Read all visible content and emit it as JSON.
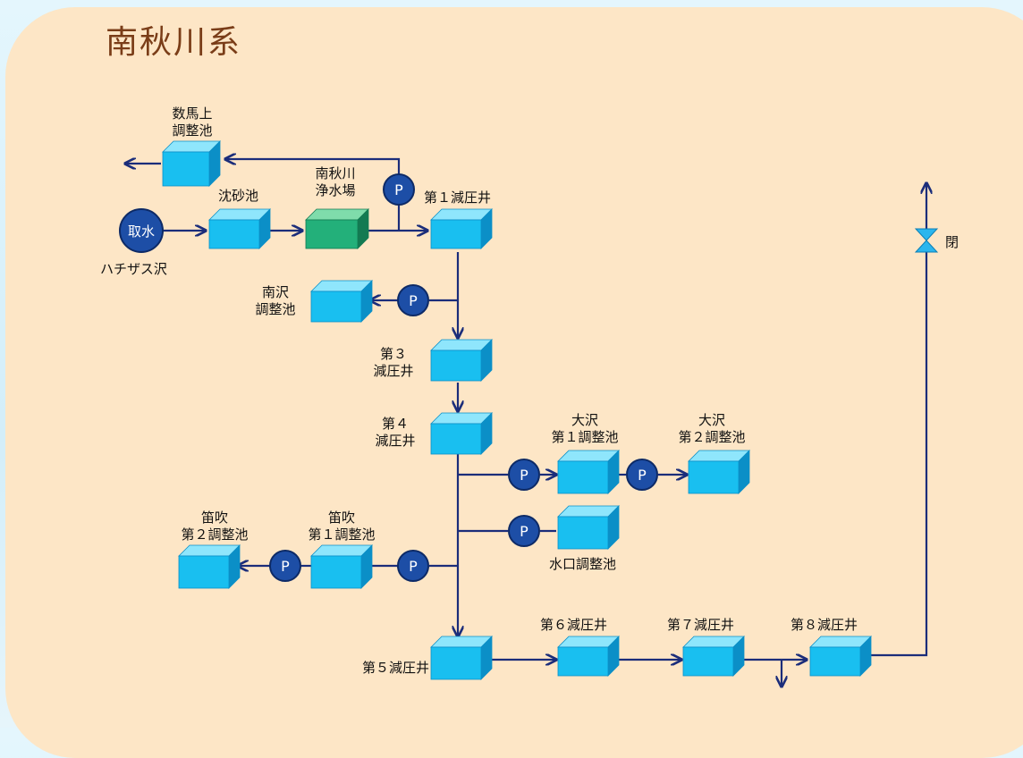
{
  "title": "南秋川系",
  "labels": {
    "kazuma_1": "数馬上",
    "kazuma_2": "調整池",
    "chinsa": "沈砂池",
    "jousui_1": "南秋川",
    "jousui_2": "浄水場",
    "gen1": "第１減圧井",
    "intake": "取水",
    "intake_source": "ハチザス沢",
    "minamisawa_1": "南沢",
    "minamisawa_2": "調整池",
    "gen3_1": "第３",
    "gen3_2": "減圧井",
    "gen4_1": "第４",
    "gen4_2": "減圧井",
    "osawa1_1": "大沢",
    "osawa1_2": "第１調整池",
    "osawa2_1": "大沢",
    "osawa2_2": "第２調整池",
    "mizuguchi": "水口調整池",
    "fuefuki2_1": "笛吹",
    "fuefuki2_2": "第２調整池",
    "fuefuki1_1": "笛吹",
    "fuefuki1_2": "第１調整池",
    "gen5": "第５減圧井",
    "gen6": "第６減圧井",
    "gen7": "第７減圧井",
    "gen8": "第８減圧井",
    "valve": "閉",
    "pump": "P"
  },
  "colors": {
    "line": "#1b2d7a",
    "tank_front": "#19bff0",
    "tank_top": "#8fe6fc",
    "tank_side": "#0b8fc7",
    "plant_front": "#23b07a",
    "plant_top": "#7fdcab",
    "plant_side": "#137a52",
    "pump_fill": "#1d4ea6",
    "panel": "#fde6c6"
  }
}
